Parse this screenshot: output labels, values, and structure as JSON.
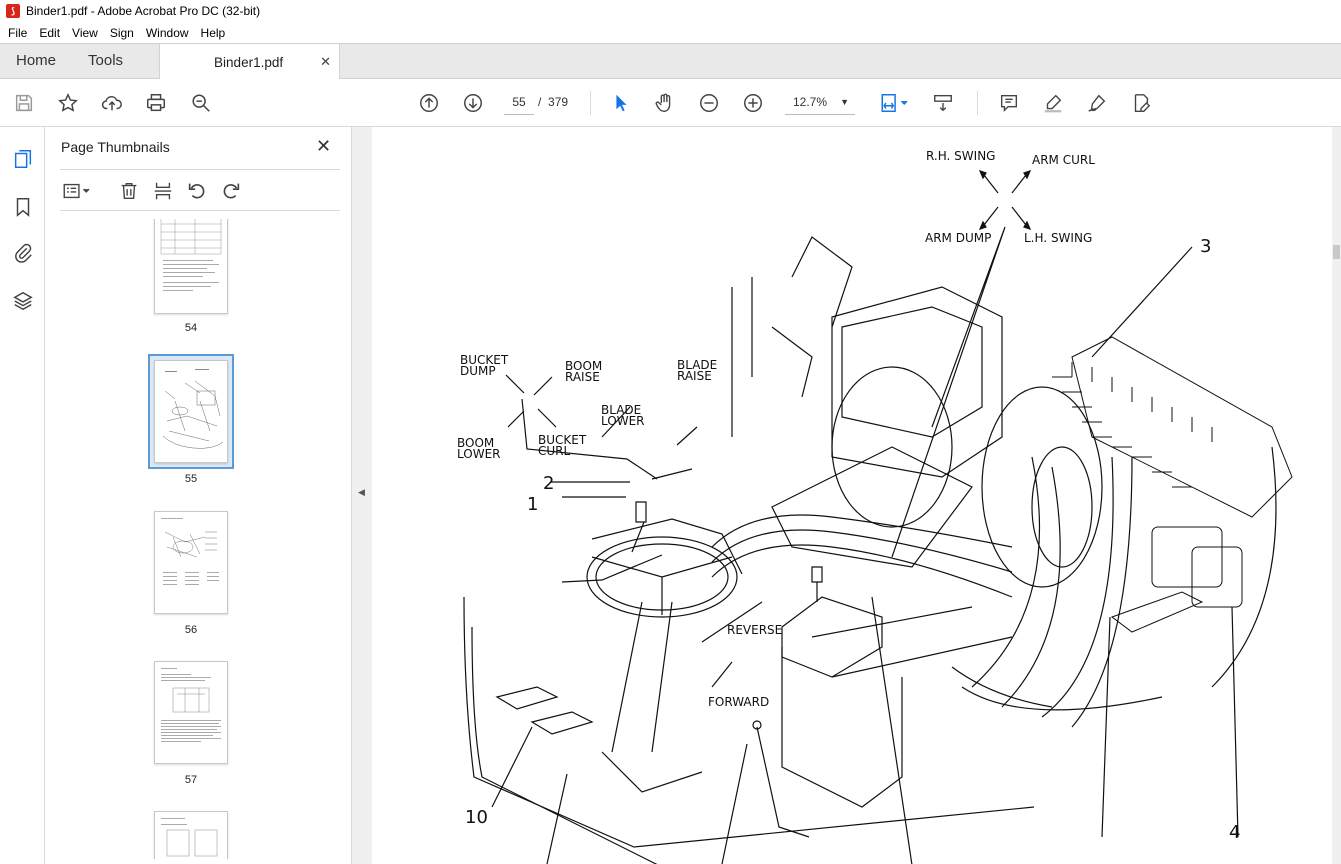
{
  "window": {
    "title": "Binder1.pdf - Adobe Acrobat Pro DC (32-bit)"
  },
  "menu": [
    "File",
    "Edit",
    "View",
    "Sign",
    "Window",
    "Help"
  ],
  "tabs": {
    "home": "Home",
    "tools": "Tools",
    "document": "Binder1.pdf"
  },
  "toolbar": {
    "current_page": "55",
    "page_separator": "/",
    "total_pages": "379",
    "zoom": "12.7%"
  },
  "panel": {
    "title": "Page Thumbnails",
    "thumbnails": [
      {
        "label": "54"
      },
      {
        "label": "55"
      },
      {
        "label": "56"
      },
      {
        "label": "57"
      }
    ]
  },
  "drawing": {
    "dir_upper_left": "R.H. SWING",
    "dir_upper_right": "ARM CURL",
    "dir_lower_left": "ARM DUMP",
    "dir_lower_right": "L.H. SWING",
    "bucket_dump_1": "BUCKET",
    "bucket_dump_2": "DUMP",
    "boom_raise_1": "BOOM",
    "boom_raise_2": "RAISE",
    "boom_lower_1": "BOOM",
    "boom_lower_2": "LOWER",
    "bucket_curl_1": "BUCKET",
    "bucket_curl_2": "CURL",
    "blade_raise_1": "BLADE",
    "blade_raise_2": "RAISE",
    "blade_lower_1": "BLADE",
    "blade_lower_2": "LOWER",
    "reverse": "REVERSE",
    "forward": "FORWARD",
    "callout_1": "1",
    "callout_2": "2",
    "callout_3": "3",
    "callout_4": "4",
    "callout_10": "10"
  }
}
